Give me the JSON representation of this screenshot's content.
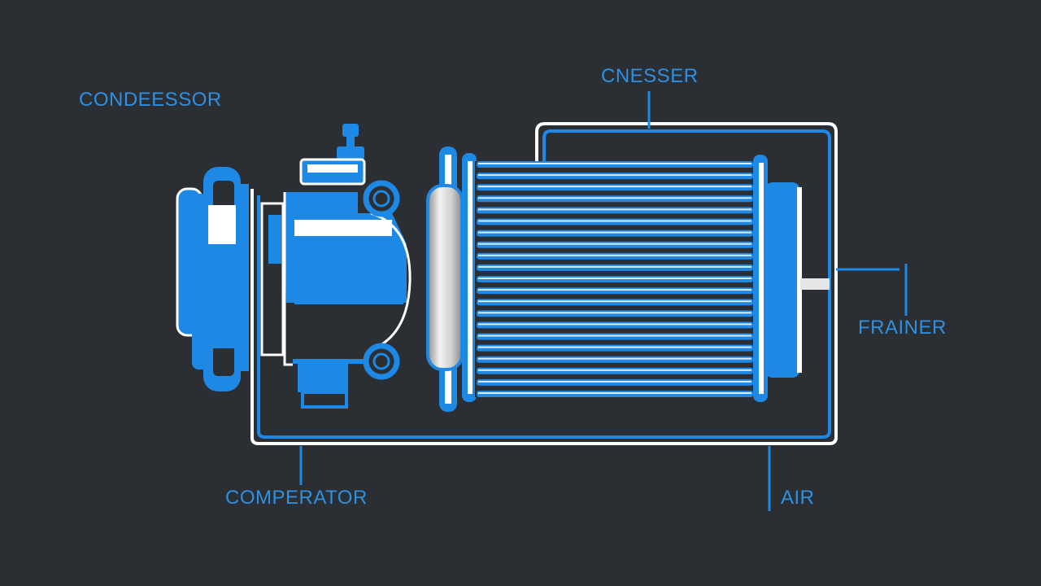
{
  "labels": {
    "condeessor": "CONDEESSOR",
    "cnesser": "CNESSER",
    "frainer": "FRAINER",
    "comperator": "COMPERATOR",
    "air": "AIR"
  },
  "colors": {
    "background": "#2b2e33",
    "accent_blue": "#1e88e5",
    "label_blue": "#2f8fe0",
    "white_outline": "#ffffff",
    "dark_fill": "#2b2e33",
    "metal_light": "#e6e6e6",
    "metal_dark": "#9a9a9a"
  },
  "icons": {
    "compressor": "compressor-icon",
    "condenser": "condenser-coil-icon",
    "pipe": "pipe-loop-icon"
  }
}
